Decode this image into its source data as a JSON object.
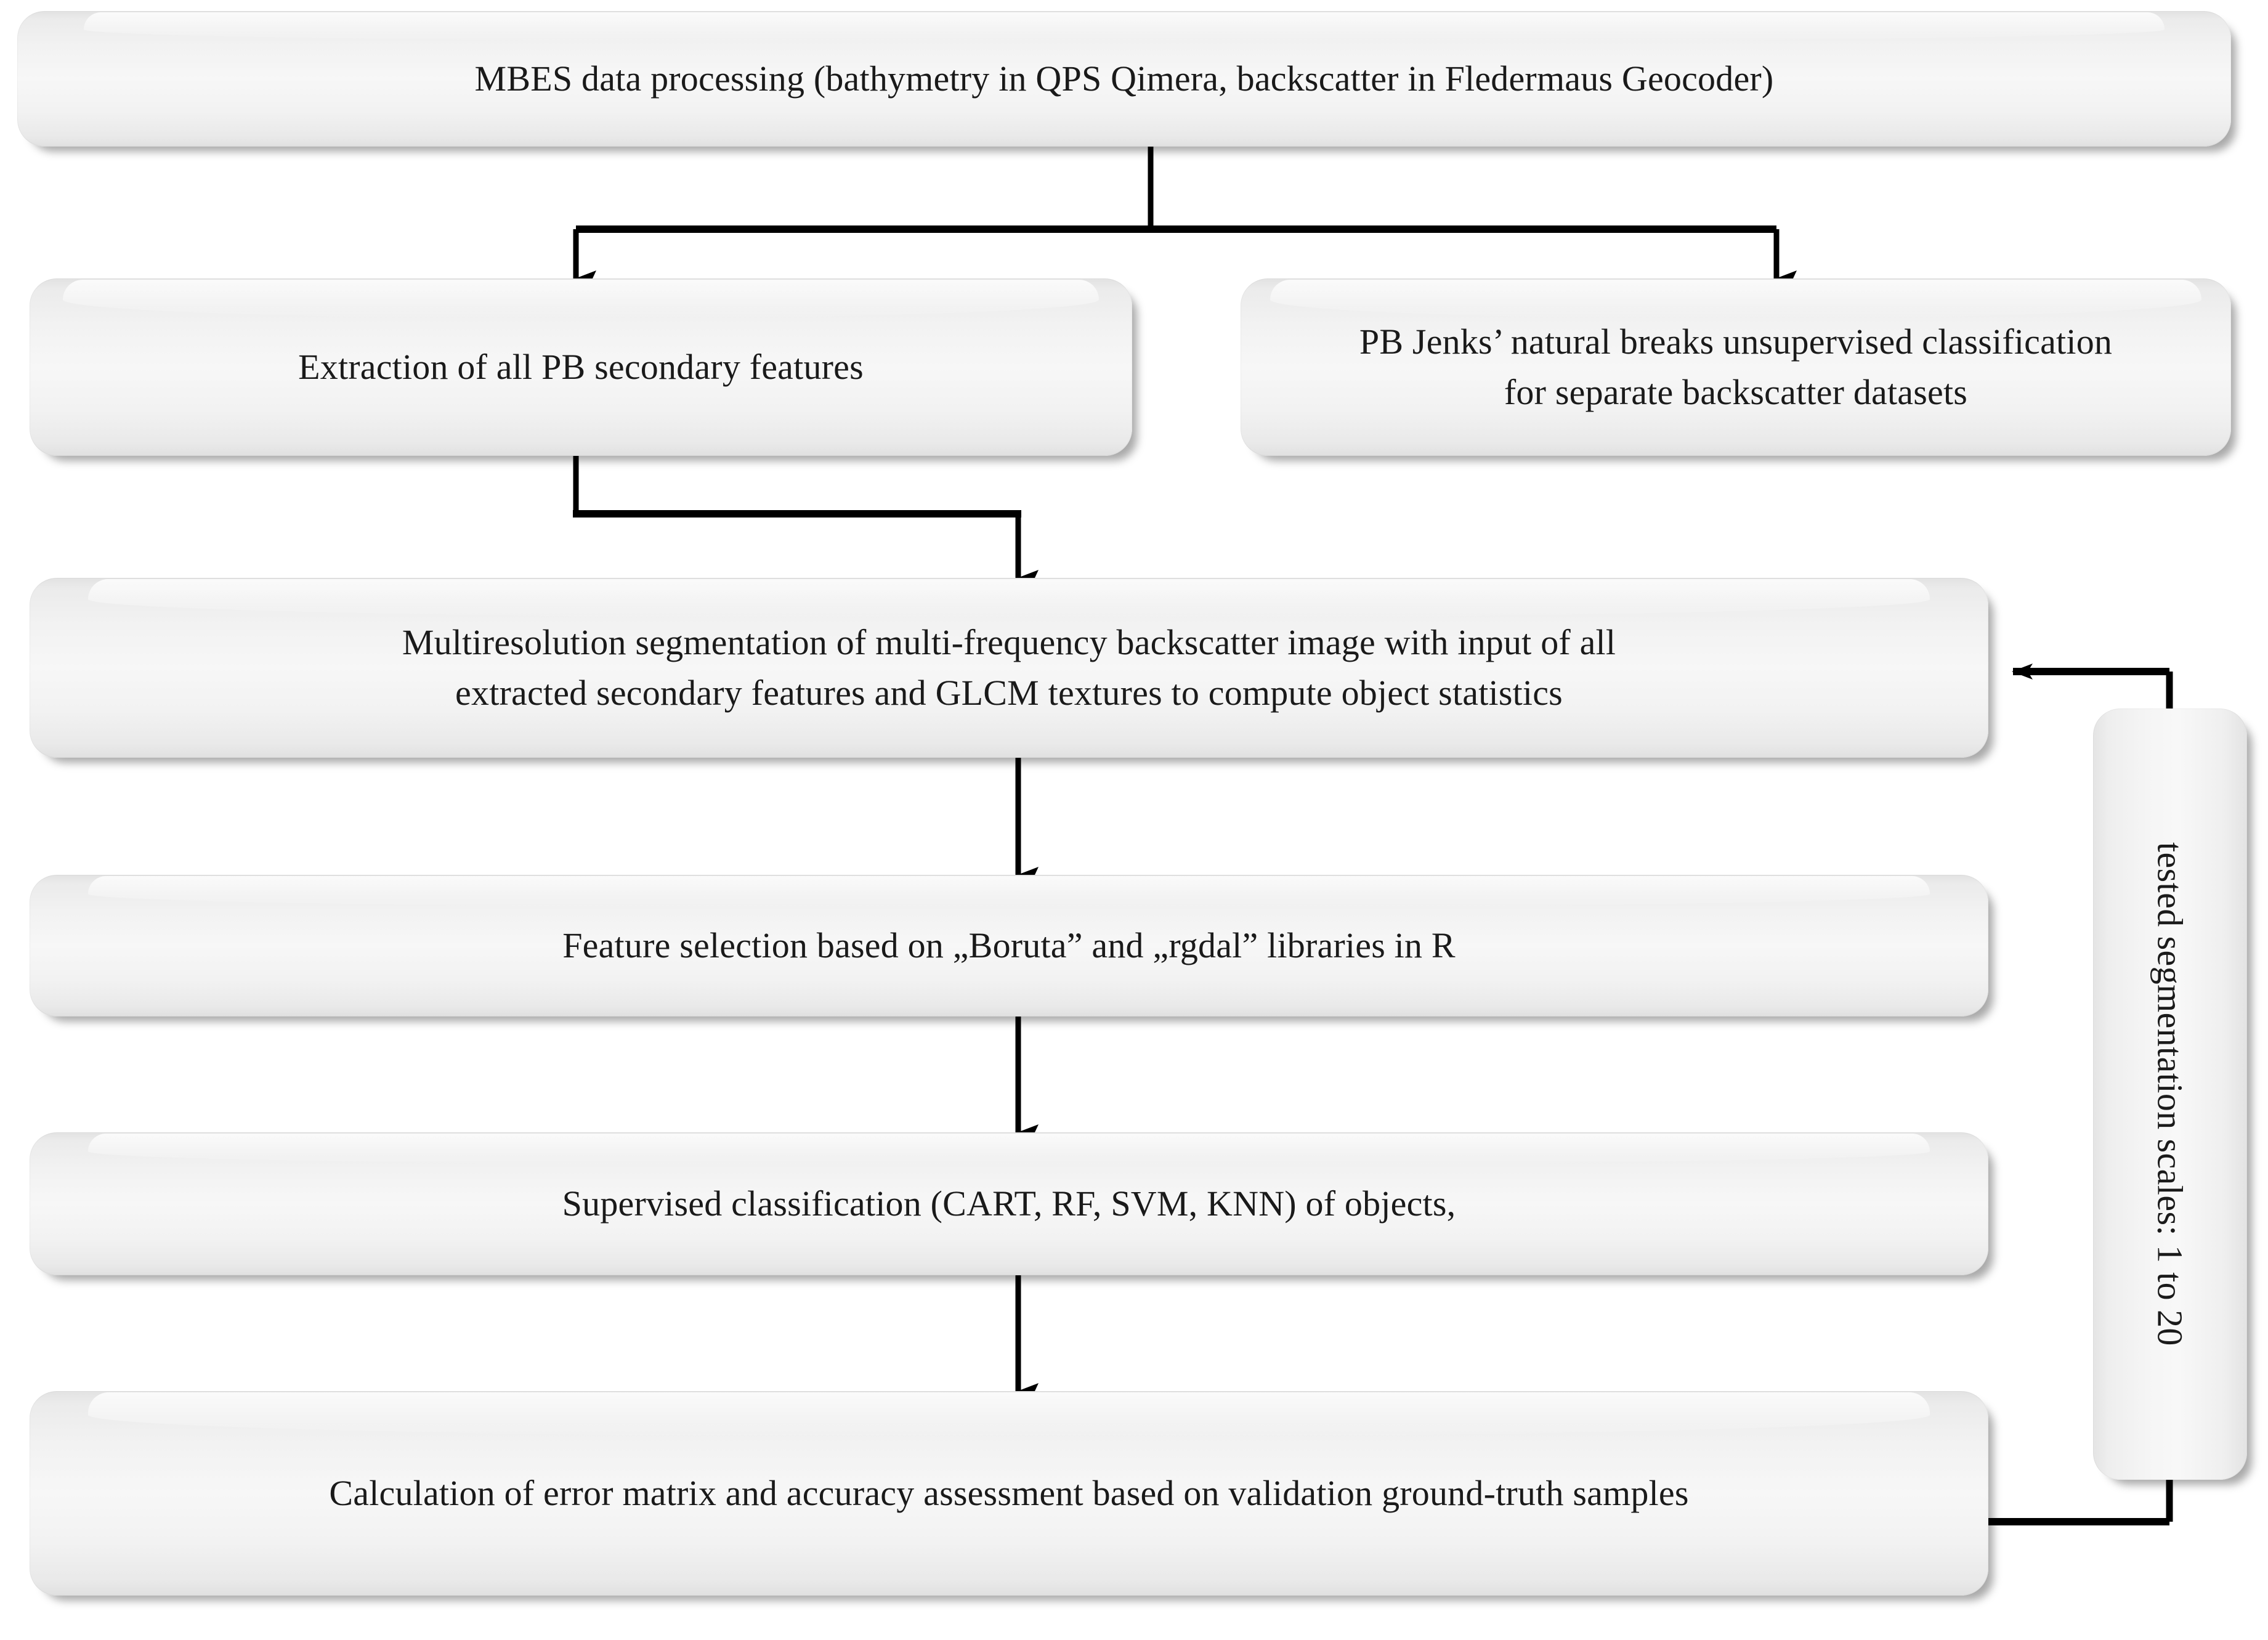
{
  "diagram": {
    "title": "Seabed mapping workflow flowchart",
    "type": "flowchart",
    "orientation": "top-to-bottom",
    "colors": {
      "box_fill_light": "#f7f7f7",
      "box_fill_dark": "#e0e0e0",
      "box_shadow": "#a8a8a8",
      "connector": "#000000",
      "text": "#1a1a1a",
      "background": "#ffffff"
    },
    "nodes": [
      {
        "id": "mbes-processing",
        "label": "MBES data processing (bathymetry in QPS Qimera, backscatter in Fledermaus Geocoder)"
      },
      {
        "id": "extraction-pb-features",
        "label": "Extraction of all PB secondary features"
      },
      {
        "id": "jenks-classification",
        "label": "PB Jenks’ natural breaks unsupervised classification\nfor separate backscatter datasets"
      },
      {
        "id": "multiresolution-segmentation",
        "label": "Multiresolution segmentation of multi-frequency backscatter image with input of all\nextracted secondary features and GLCM textures to compute object statistics"
      },
      {
        "id": "feature-selection",
        "label": "Feature selection based on „Boruta” and „rgdal” libraries in R"
      },
      {
        "id": "supervised-classification",
        "label": "Supervised classification (CART, RF, SVM, KNN) of objects,"
      },
      {
        "id": "accuracy-assessment",
        "label": "Calculation of error matrix and accuracy assessment based on validation ground-truth samples"
      },
      {
        "id": "tested-scales",
        "label": "tested segmentation scales: 1 to 20",
        "rotated": true
      }
    ],
    "edges": [
      {
        "id": "edge-mbes-split",
        "from": "mbes-processing",
        "to": "extraction-pb-features",
        "style": "orthogonal-split",
        "arrow": "down"
      },
      {
        "id": "edge-mbes-jenks",
        "from": "mbes-processing",
        "to": "jenks-classification",
        "style": "orthogonal-split",
        "arrow": "down"
      },
      {
        "id": "edge-extract-segment",
        "from": "extraction-pb-features",
        "to": "multiresolution-segmentation",
        "style": "orthogonal",
        "arrow": "down"
      },
      {
        "id": "edge-segment-feature",
        "from": "multiresolution-segmentation",
        "to": "feature-selection",
        "style": "straight",
        "arrow": "down"
      },
      {
        "id": "edge-feature-supervised",
        "from": "feature-selection",
        "to": "supervised-classification",
        "style": "straight",
        "arrow": "down"
      },
      {
        "id": "edge-supervised-acc",
        "from": "supervised-classification",
        "to": "accuracy-assessment",
        "style": "straight",
        "arrow": "down"
      },
      {
        "id": "edge-acc-scales",
        "from": "accuracy-assessment",
        "to": "tested-scales",
        "style": "orthogonal",
        "arrow": "none"
      },
      {
        "id": "edge-scales-segment",
        "from": "tested-scales",
        "to": "multiresolution-segmentation",
        "style": "orthogonal",
        "arrow": "left"
      }
    ]
  }
}
